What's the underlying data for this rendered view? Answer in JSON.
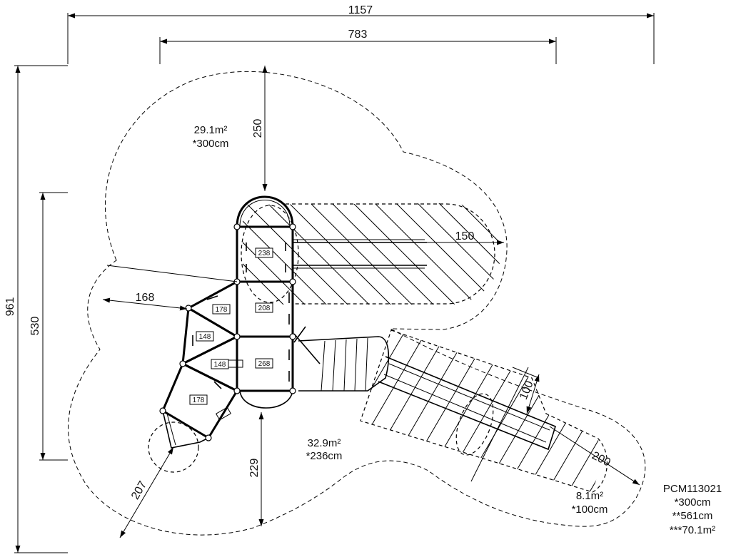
{
  "dimensions": {
    "overall_width": "1157",
    "inner_width": "783",
    "overall_height": "961",
    "inner_height": "530",
    "top_clearance": "250",
    "slide_clearance": "150",
    "left_clearance": "168",
    "bottom_clearance": "229",
    "diagonal_clearance": "207",
    "slide_width": "100",
    "slide_end": "200"
  },
  "areas": {
    "top": {
      "area": "29.1m²",
      "height": "*300cm"
    },
    "center": {
      "area": "32.9m²",
      "height": "*236cm"
    },
    "slide": {
      "area": "8.1m²",
      "height": "*100cm"
    }
  },
  "platforms": [
    "238",
    "208",
    "178",
    "148",
    "148",
    "268",
    "178"
  ],
  "product": {
    "code": "PCM113021",
    "free_height": "*300cm",
    "length": "**561cm",
    "total_area": "***70.1m²"
  }
}
